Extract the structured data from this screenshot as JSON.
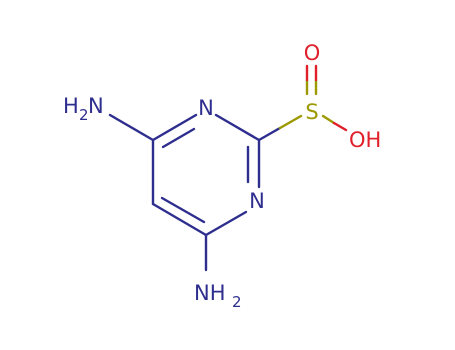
{
  "molecule": {
    "colors": {
      "nitrogen": "#2e2e8f",
      "oxygen": "#e0202a",
      "sulfur": "#9c9a00",
      "background": "#ffffff"
    },
    "atoms": {
      "n_top_label": "N",
      "n_bottom_label": "N",
      "nh2_top": {
        "main": "H",
        "sub": "2",
        "tail": "N"
      },
      "nh2_bottom": {
        "main": "NH",
        "sub": "2"
      },
      "sulfur_label": "S",
      "oxygen_label": "O",
      "oh_label": "OH"
    }
  }
}
